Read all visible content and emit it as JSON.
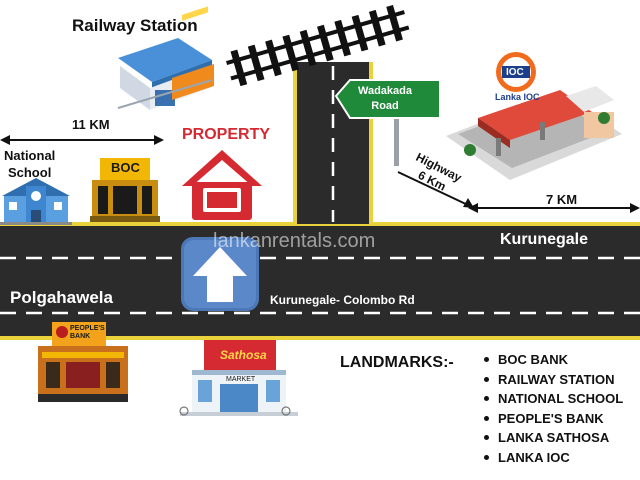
{
  "labels": {
    "railway_station": "Railway Station",
    "property": "PROPERTY",
    "distance_left": "11 KM",
    "national_school": "National\nSchool",
    "wadakada_road": "Wadakada\nRoad",
    "highway_distance": "Highway\n6 Km",
    "distance_right": "7 KM",
    "kurunegale": "Kurunegale",
    "polgahawela": "Polgahawela",
    "road_name": "Kurunegale- Colombo Rd",
    "watermark": "lankanrentals.com"
  },
  "logos": {
    "boc": "BOC",
    "ioc": "IOC",
    "lanka_ioc": "Lanka IOC",
    "peoples_bank": "PEOPLE'S BANK",
    "sathosa": "Sathosa",
    "market": "MARKET"
  },
  "landmarks": {
    "title": "LANDMARKS:-",
    "items": [
      "BOC BANK",
      "RAILWAY STATION",
      "NATIONAL SCHOOL",
      "PEOPLE'S BANK",
      "LANKA SATHOSA",
      "LANKA IOC"
    ]
  },
  "colors": {
    "road": "#2b2b2b",
    "road_edge": "#e9d23a",
    "property_red": "#d62a33",
    "sign_green": "#1f8a3a",
    "arrow_blue": "#4d78b8"
  }
}
